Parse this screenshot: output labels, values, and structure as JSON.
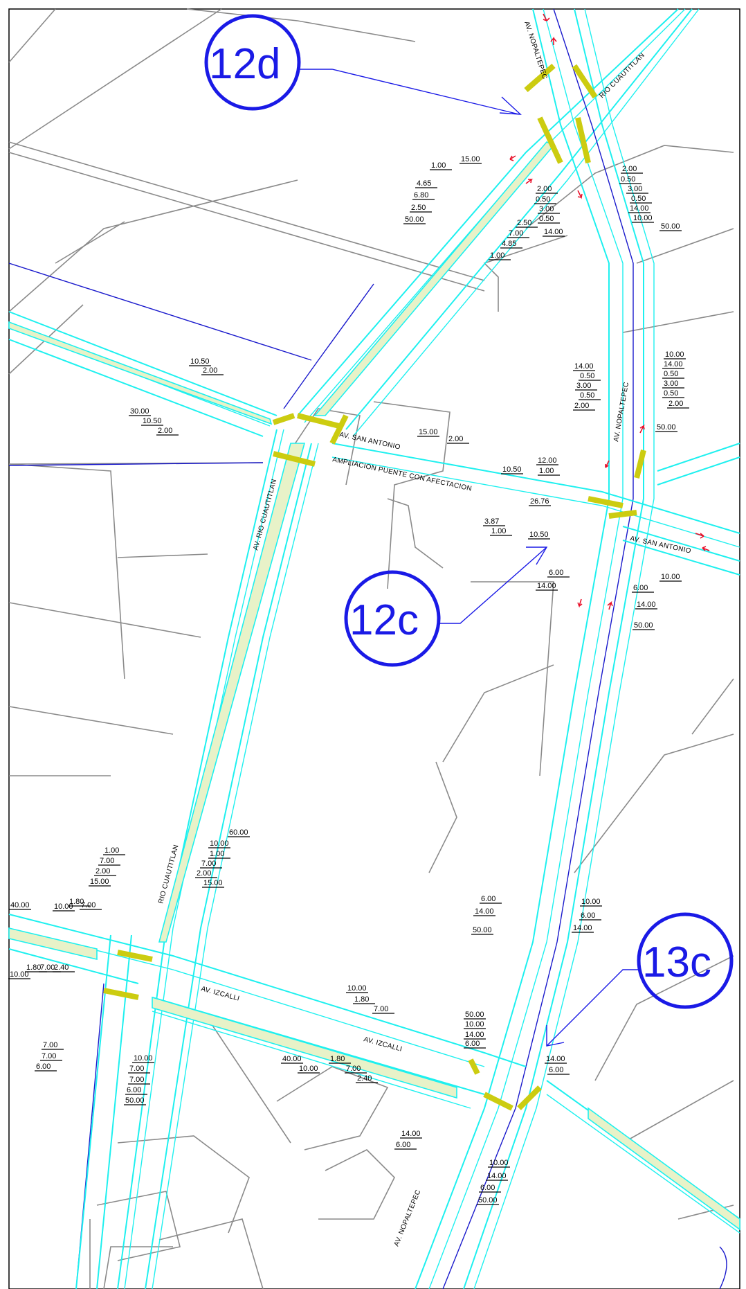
{
  "streets": {
    "nopaltepec_top": "AV. NOPALTEPEC",
    "rio_cuautitlan_top": "RIO CUAUTITLAN",
    "san_antonio_west": "AV. SAN ANTONIO",
    "ampliacion": "AMPLIACION PUENTE CON AFECTACION",
    "nopaltepec_mid": "AV. NOPALTEPEC",
    "san_antonio_east": "AV. SAN ANTONIO",
    "rio_cuautitlan_west": "AV. RIO CUAUTITLAN",
    "rio_cuautitlan_south": "RIO CUAUTITLAN",
    "izcalli_west": "AV. IZCALLI",
    "izcalli_east": "AV. IZCALLI",
    "nopaltepec_bottom": "AV. NOPALTEPEC"
  },
  "bubbles": {
    "b12d": "12d",
    "b12c": "12c",
    "b13c": "13c"
  },
  "colors": {
    "road_edge": "#1ef0ef",
    "median_fill": "#e8f2c8",
    "crosswalk": "#cccc10",
    "property_line": "#8a8a8a",
    "centerline": "#1a1acc",
    "traffic_arrow": "#e8102a",
    "callout": "#1a1ae6"
  },
  "dims": {
    "g1": [
      "1.00",
      "15.00",
      "4.65",
      "6.80",
      "2.50",
      "50.00"
    ],
    "g2": [
      "2.50",
      "7.00",
      "4.85",
      "1.00"
    ],
    "g3": [
      "2.00",
      "0.50",
      "3.00",
      "0.50",
      "14.00"
    ],
    "g4": [
      "2.00",
      "0.50",
      "3.00",
      "0.50",
      "14.00",
      "10.00",
      "50.00"
    ],
    "g5": [
      "10.50",
      "2.00",
      "30.00",
      "10.50",
      "2.00"
    ],
    "g6": [
      "15.00",
      "2.00"
    ],
    "g7": [
      "12.00",
      "1.00",
      "10.50",
      "26.76",
      "3.87",
      "1.00",
      "10.50"
    ],
    "g8": [
      "14.00",
      "0.50",
      "3.00",
      "0.50",
      "2.00"
    ],
    "g9": [
      "10.00",
      "14.00",
      "0.50",
      "3.00",
      "0.50",
      "2.00",
      "50.00"
    ],
    "g10": [
      "6.00",
      "14.00",
      "10.00",
      "6.00",
      "14.00",
      "50.00"
    ],
    "g11": [
      "60.00",
      "10.00",
      "1.00",
      "7.00",
      "2.00",
      "15.00"
    ],
    "g12": [
      "1.00",
      "7.00",
      "2.00",
      "15.00"
    ],
    "g13": [
      "40.00",
      "10.00",
      "1.80",
      "7.00"
    ],
    "g14": [
      "10.00",
      "1.80",
      "7.00",
      "2.40"
    ],
    "g15": [
      "6.00",
      "14.00",
      "50.00",
      "10.00",
      "6.00",
      "14.00"
    ],
    "g16": [
      "10.00",
      "1.80",
      "7.00",
      "40.00",
      "10.00",
      "1.80",
      "7.00",
      "2.40"
    ],
    "g17": [
      "50.00",
      "10.00",
      "14.00",
      "6.00",
      "14.00",
      "6.00"
    ],
    "g18": [
      "7.00",
      "7.00",
      "6.00",
      "10.00",
      "7.00",
      "7.00",
      "6.00",
      "50.00"
    ],
    "g19": [
      "14.00",
      "6.00",
      "10.00",
      "14.00",
      "6.00",
      "50.00"
    ]
  }
}
